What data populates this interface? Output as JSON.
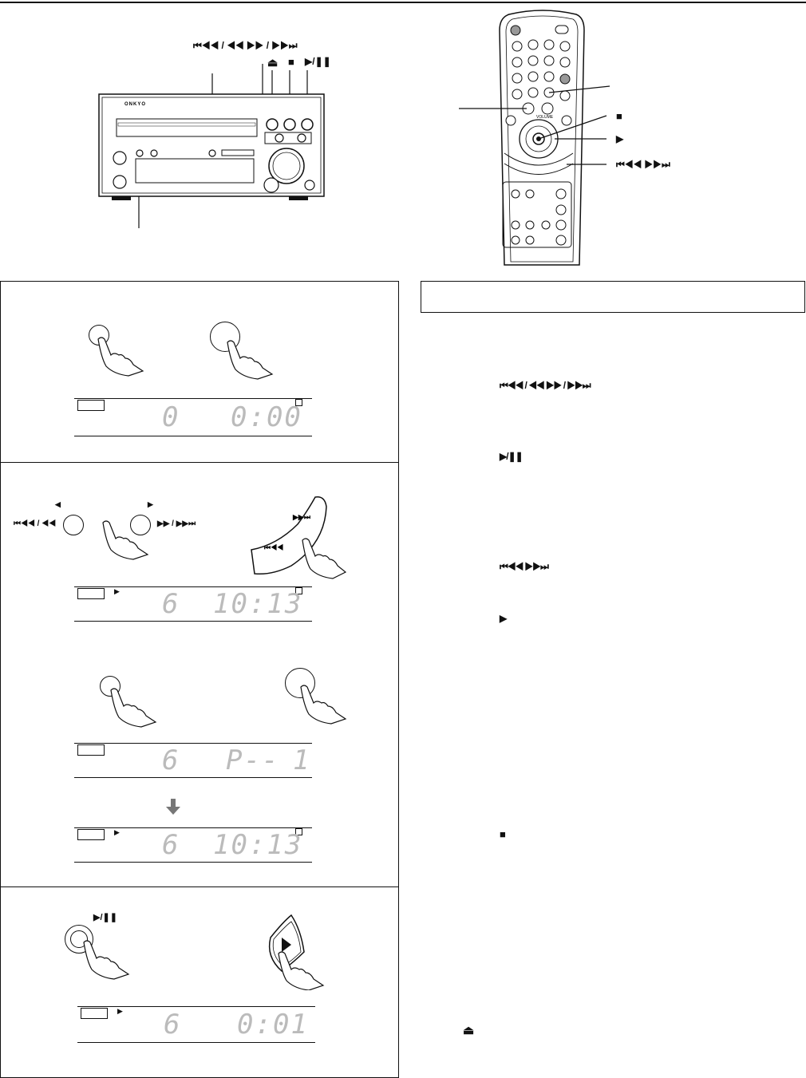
{
  "brand": "ONKYO",
  "device_labels": {
    "skip": "⏮◀◀ / ◀◀   ▶▶ / ▶▶⏭",
    "eject": "⏏",
    "stop": "■",
    "play_pause": "▶/❚❚"
  },
  "remote": {
    "volume_label": "VOLUME",
    "callout_stop": "■",
    "callout_play": "▶",
    "callout_skip": "⏮◀◀  ▶▶⏭"
  },
  "step1": {
    "display_time": "0:00",
    "display_track": "0"
  },
  "step2": {
    "left_small": "◀",
    "right_small": "▶",
    "left_label": "⏮◀◀ / ◀◀",
    "right_label": "▶▶ / ▶▶⏭",
    "display1_track": "6",
    "display1_time": "10:13",
    "display2_track": "6",
    "display2_mid": "P--",
    "display2_end": "1",
    "display3_track": "6",
    "display3_time": "10:13"
  },
  "step3": {
    "play_pause_label": "▶/❚❚",
    "display_track": "6",
    "display_time": "0:01"
  },
  "right_symbols": {
    "s1": "⏮◀◀ / ◀◀   ▶▶ / ▶▶⏭",
    "s2": "▶/❚❚",
    "s3": "⏮◀◀  ▶▶⏭",
    "s4": "▶",
    "s5": "■",
    "s6": "⏏"
  }
}
